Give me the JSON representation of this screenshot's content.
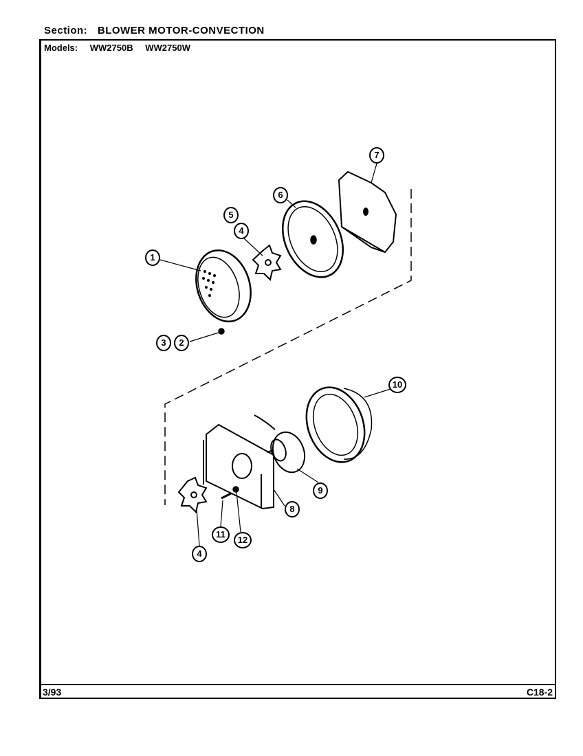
{
  "header": {
    "section_label": "Section:",
    "section_title": "BLOWER MOTOR-CONVECTION"
  },
  "models": {
    "label": "Models:",
    "items": [
      "WW2750B",
      "WW2750W"
    ]
  },
  "footer": {
    "date": "3/93",
    "page_code": "C18-2"
  },
  "callouts": [
    "1",
    "2",
    "3",
    "4",
    "5",
    "6",
    "7",
    "8",
    "9",
    "10",
    "11",
    "12",
    "4"
  ]
}
